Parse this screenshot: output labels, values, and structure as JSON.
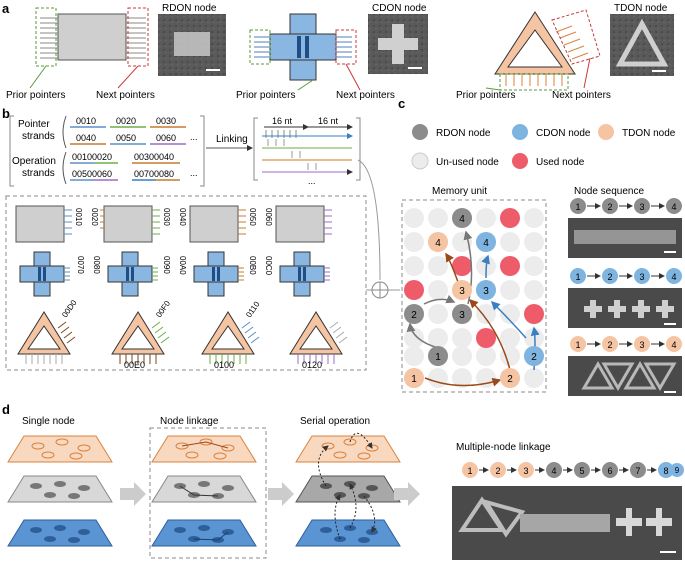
{
  "panel_labels": {
    "a": "a",
    "b": "b",
    "c": "c",
    "d": "d"
  },
  "panel_a": {
    "rdon_title": "RDON node",
    "cdon_title": "CDON node",
    "tdon_title": "TDON node",
    "prior": "Prior pointers",
    "next": "Next pointers"
  },
  "panel_b": {
    "pointer_label_1": "Pointer",
    "pointer_label_2": "strands",
    "operation_label_1": "Operation",
    "operation_label_2": "strands",
    "pointer_strands": [
      "0010",
      "0020",
      "0030",
      "0040",
      "0050",
      "0060"
    ],
    "operation_strands": [
      "00100020",
      "00300040",
      "00500060",
      "00700080"
    ],
    "ellipsis": "...",
    "linking": "Linking",
    "nt_left": "16 nt",
    "nt_right": "16 nt",
    "rdon_codes": [
      "0010",
      "0020",
      "0030",
      "0040",
      "0050",
      "0060"
    ],
    "cdon_codes": [
      "0070",
      "0080",
      "0090",
      "00A0",
      "00B0",
      "00C0"
    ],
    "tdon_codes_top": [
      "00D0",
      "00F0",
      "0110"
    ],
    "tdon_codes_bottom": [
      "00E0",
      "0100",
      "0120"
    ]
  },
  "panel_c": {
    "legend": {
      "rdon": "RDON node",
      "cdon": "CDON node",
      "tdon": "TDON node",
      "unused": "Un-used node",
      "used": "Used node"
    },
    "memory_unit": "Memory unit",
    "node_sequence": "Node sequence",
    "grid_numbers": [
      "1",
      "1",
      "2",
      "2",
      "2",
      "3",
      "3",
      "3",
      "4",
      "4",
      "4"
    ],
    "sequences": [
      {
        "nums": [
          "1",
          "2",
          "3",
          "4"
        ],
        "type": "rdon"
      },
      {
        "nums": [
          "1",
          "2",
          "3",
          "4"
        ],
        "type": "cdon"
      },
      {
        "nums": [
          "1",
          "2",
          "3",
          "4"
        ],
        "type": "tdon"
      }
    ]
  },
  "panel_d": {
    "single_node": "Single node",
    "node_linkage": "Node linkage",
    "serial_operation": "Serial operation",
    "multiple": "Multiple-node linkage",
    "chain": [
      "1",
      "2",
      "3",
      "4",
      "5",
      "6",
      "7",
      "8",
      "9"
    ]
  },
  "colors": {
    "rdon": "#8c8c8c",
    "cdon": "#7fb3e0",
    "tdon": "#f5c4a3",
    "used": "#ee5c6a",
    "unused": "#ececec",
    "tdon_stroke": "#c08060",
    "cdon_body": "#8ab7e2"
  }
}
